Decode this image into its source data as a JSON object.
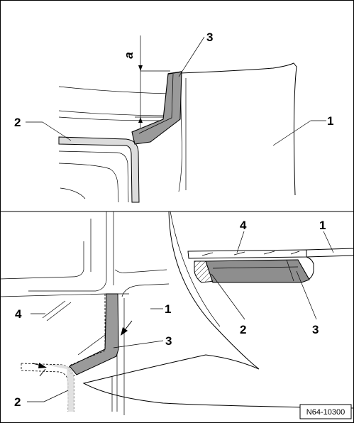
{
  "figure": {
    "reference_code": "N64-10300",
    "top_panel": {
      "dimension_label": "a",
      "callouts": [
        "1",
        "2",
        "3"
      ]
    },
    "bottom_panel": {
      "left_detail_callouts": [
        "4",
        "1",
        "3",
        "2"
      ],
      "right_detail_callouts": [
        "4",
        "1",
        "2",
        "3"
      ]
    }
  }
}
